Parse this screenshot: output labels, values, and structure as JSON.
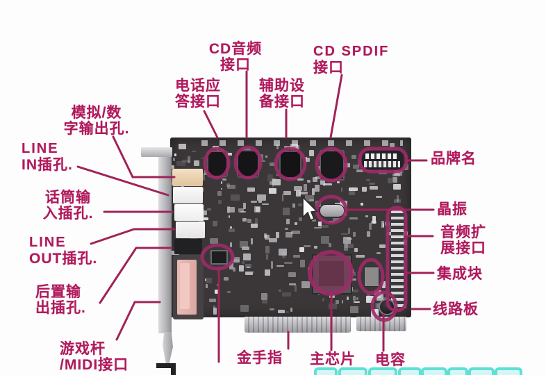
{
  "figure": {
    "subject": "sound-card-annotated-diagram",
    "board_color": "#3b3739",
    "annotation_color": "#b0195c",
    "watermark_color": "#5fe0d6"
  },
  "labels": {
    "cd_audio": {
      "line1": "CD音频",
      "line2": "接口"
    },
    "cd_spdif": {
      "line1": "CD SPDIF",
      "line2": "接口"
    },
    "phone_answer": {
      "line1": "电话应",
      "line2": "答接口"
    },
    "aux_device": {
      "line1": "辅助设",
      "line2": "备接口"
    },
    "analog_digital_out": {
      "line1": "模拟/数",
      "line2": "字输出孔."
    },
    "line_in": {
      "line1": "LINE",
      "line2": "IN插孔."
    },
    "mic_in": {
      "line1": "话筒输",
      "line2": "入插孔."
    },
    "line_out": {
      "line1": "LINE",
      "line2": "OUT插孔."
    },
    "rear_out": {
      "line1": "后置输",
      "line2": "出插孔."
    },
    "game_midi": {
      "line1": "游戏杆",
      "line2": "/MIDI接口"
    },
    "brand_name": "品牌名",
    "crystal": "晶振",
    "audio_ext": {
      "line1": "音频扩",
      "line2": "展接口"
    },
    "ic_block": "集成块",
    "circuit_board": "线路板",
    "gold_fingers": "金手指",
    "main_chip": "主芯片",
    "capacitor": "电容"
  }
}
